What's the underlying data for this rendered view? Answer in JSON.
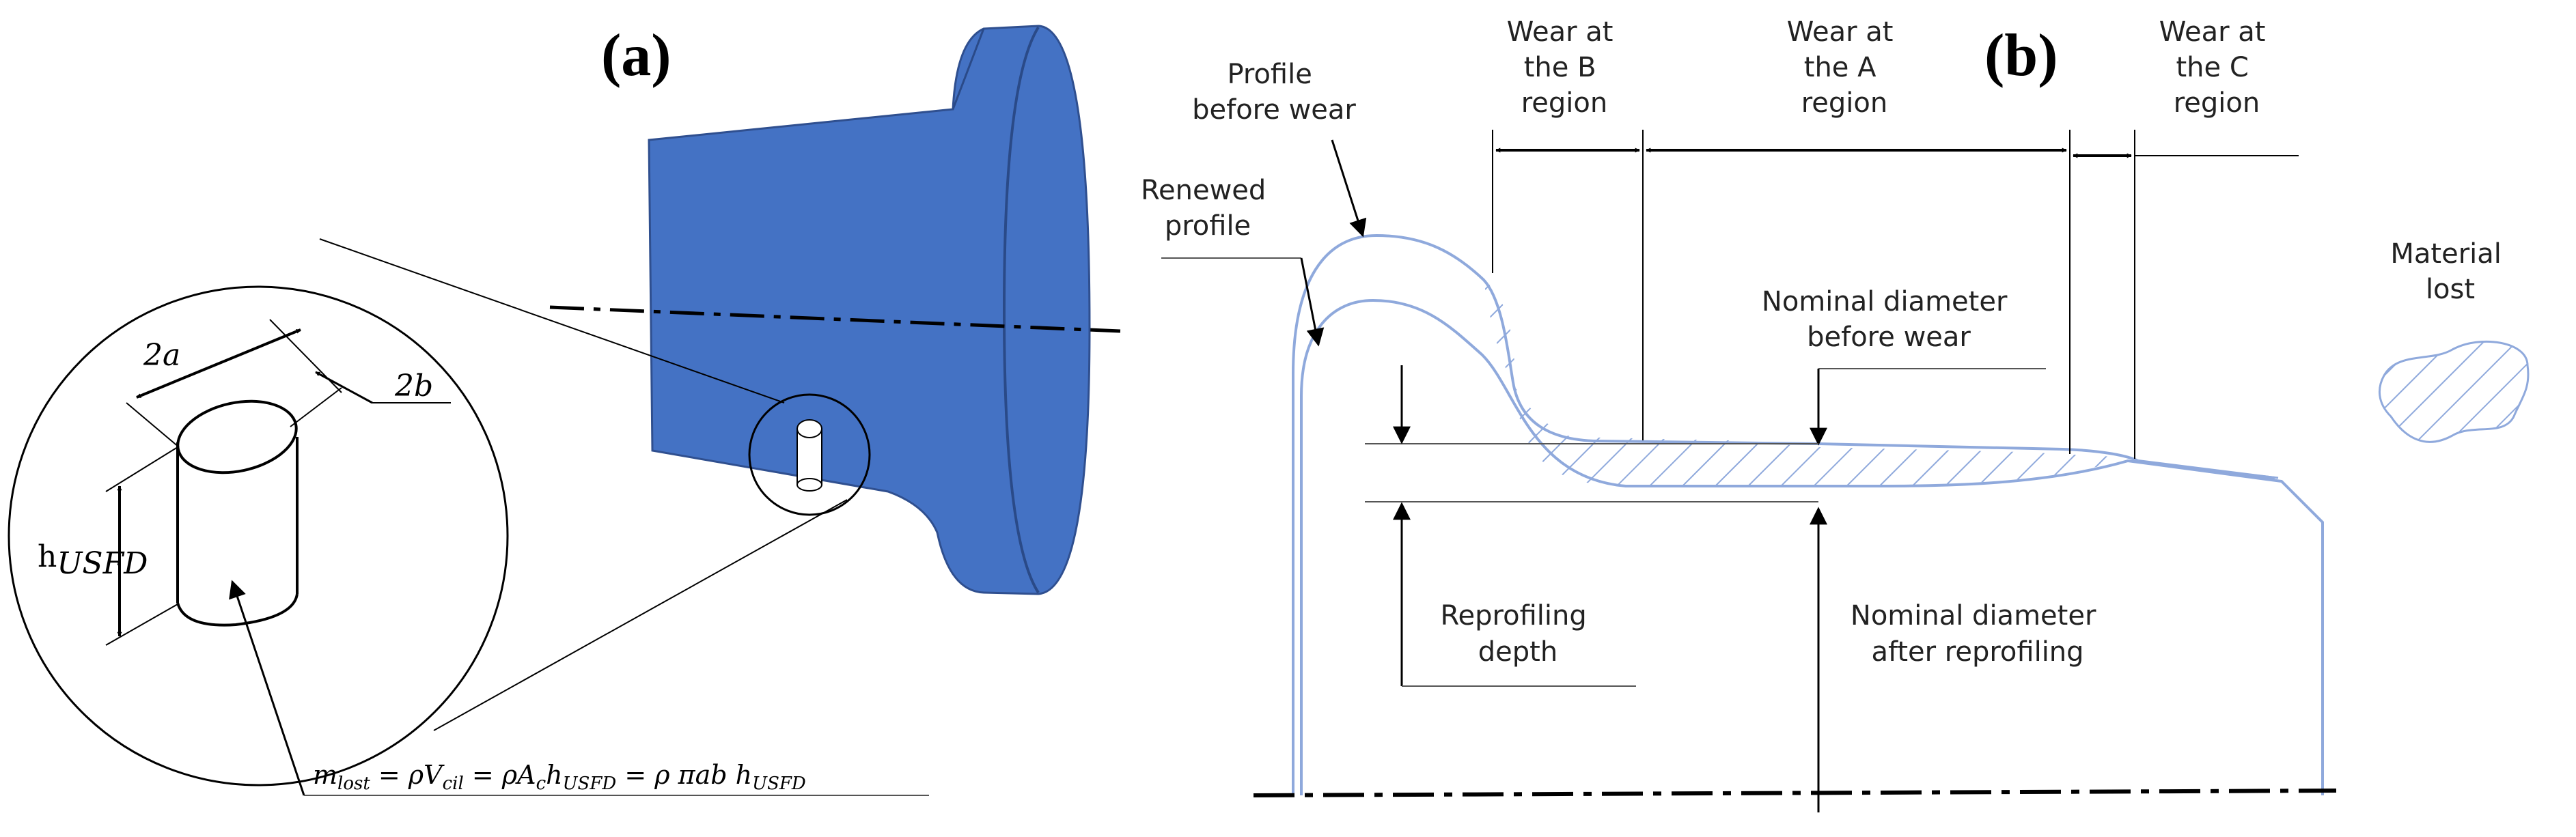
{
  "panel_a": {
    "label": "(a)",
    "dim_2a": "2a",
    "dim_2b": "2b",
    "dim_h_main": "h",
    "dim_h_sub": "USFD",
    "formula": {
      "m": "m",
      "lost": "lost",
      "eq1": " = ρV",
      "cil": "cil",
      "eq2": " = ρA",
      "c": "c",
      "h1": "h",
      "usfd1": "USFD",
      "eq3": " = ρ πab h",
      "usfd2": "USFD"
    },
    "colors": {
      "wheel": "#4472C4",
      "ink": "#000000"
    }
  },
  "panel_b": {
    "label": "(b)",
    "profile_before_wear": [
      "Profile",
      "before wear"
    ],
    "renewed_profile": [
      "Renewed",
      "profile"
    ],
    "wear_b": [
      "Wear at",
      "the B",
      "region"
    ],
    "wear_a": [
      "Wear at",
      "the A",
      "region"
    ],
    "wear_c": [
      "Wear at",
      "the C",
      "region"
    ],
    "material_lost": [
      "Material",
      "lost"
    ],
    "nominal_before": [
      "Nominal diameter",
      "before wear"
    ],
    "reprofiling_depth": [
      "Reprofiling",
      "depth"
    ],
    "nominal_after": [
      "Nominal diameter",
      "after reprofiling"
    ],
    "colors": {
      "profile": "#8FA9DC",
      "hatch": "#8FA9DC",
      "ink": "#000000"
    }
  }
}
